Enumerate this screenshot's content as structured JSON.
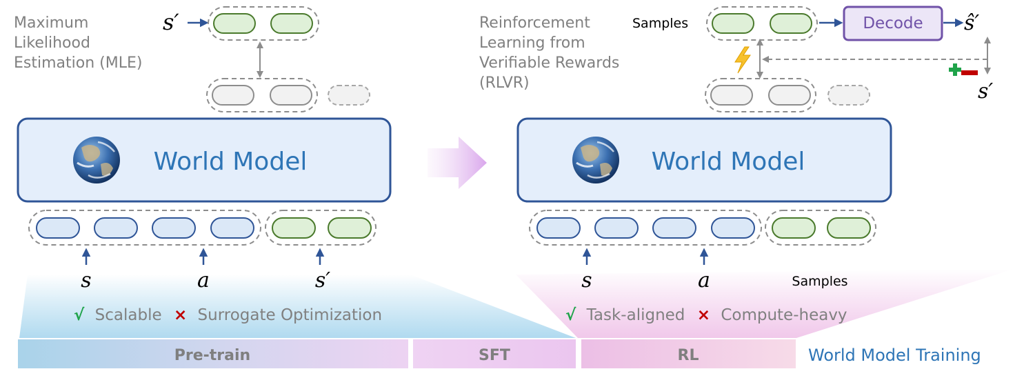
{
  "colors": {
    "token_blue_fill": "#dbe8f7",
    "token_blue_stroke": "#2f5597",
    "token_green_fill": "#dff0d8",
    "token_green_stroke": "#4a7a2c",
    "token_gray_fill": "#f2f2f2",
    "token_gray_stroke": "#8c8c8c",
    "model_fill": "#e4eefb",
    "model_stroke": "#2f5597",
    "title_blue": "#2e75b6",
    "decode_stroke": "#7052a8",
    "decode_fill": "#ece6f7",
    "check_green": "#1fa34a",
    "cross_red": "#c00000",
    "note_gray": "#808080"
  },
  "left": {
    "objective": [
      "Maximum",
      "Likelihood",
      "Estimation (MLE)"
    ],
    "model_title": "World Model",
    "target_label": "s′",
    "input_labels": [
      "s",
      "a",
      "s′"
    ],
    "pros_mark": "√",
    "pros": "Scalable",
    "cons_mark": "×",
    "cons": "Surrogate Optimization"
  },
  "right": {
    "objective": [
      "Reinforcement",
      "Learning from",
      "Verifiable Rewards",
      "(RLVR)"
    ],
    "model_title": "World Model",
    "samples_top": "Samples",
    "decode": "Decode",
    "decoded_label": "ŝ′",
    "target_label": "s′",
    "input_labels": [
      "s",
      "a"
    ],
    "samples_bottom": "Samples",
    "lightning_icon": "lightning-icon",
    "reward_icon": "plus-minus-icon",
    "pros_mark": "√",
    "pros": "Task-aligned",
    "cons_mark": "×",
    "cons": "Compute-heavy"
  },
  "stages": [
    "Pre-train",
    "SFT",
    "RL"
  ],
  "stages_caption": "World Model Training"
}
